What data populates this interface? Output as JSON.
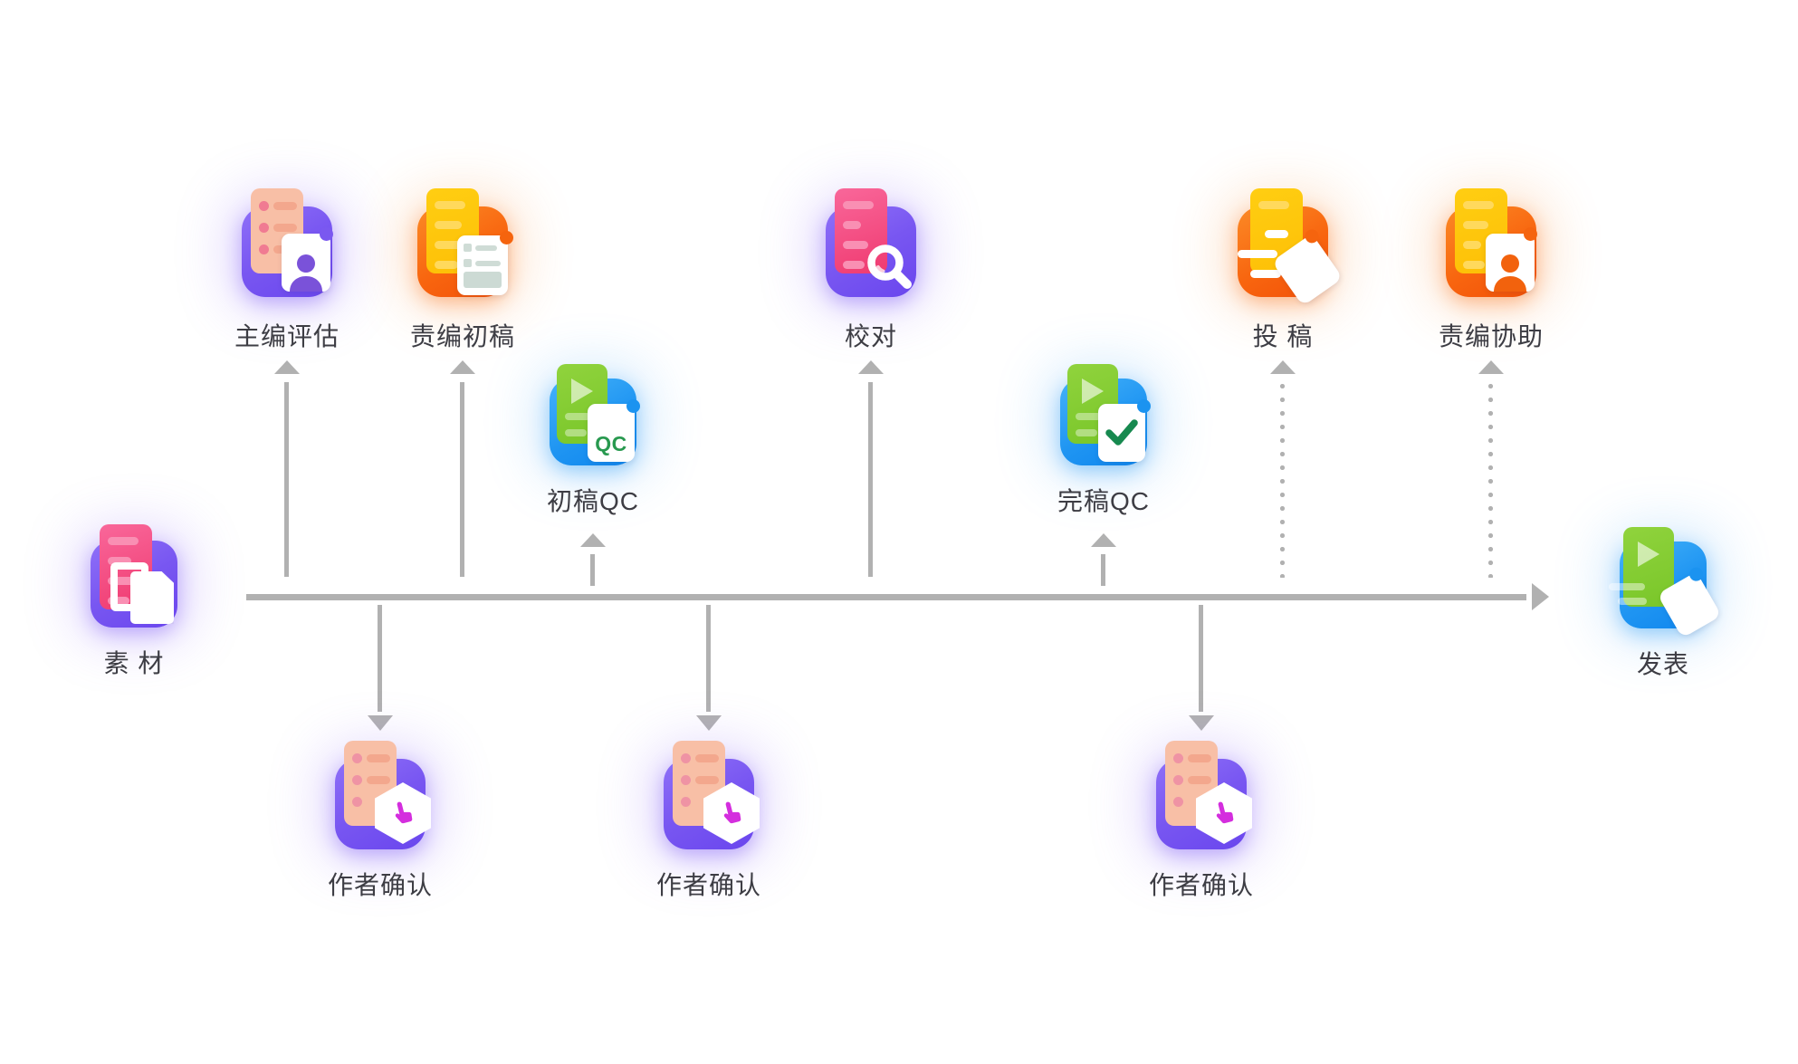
{
  "diagram": {
    "type": "workflow-timeline",
    "background": "#ffffff",
    "colors": {
      "arrow_grey": "#b1b1b1",
      "label_text": "#3d3d44",
      "theme_purple": "#7856f1",
      "theme_orange": "#f8650f",
      "theme_blue": "#1f95f2",
      "doc_peach": "#f8bfa6",
      "doc_yellow": "#ffc60d",
      "doc_pink": "#f4477c",
      "doc_green": "#82cb30",
      "qc_text_green": "#28994f",
      "check_green": "#17894f",
      "hand_magenta": "#d42ede",
      "person_purple": "#7a52d9",
      "person_orange": "#f2620d"
    },
    "nodes": {
      "materials": {
        "label": "素 材",
        "icon": "doc-stack-icon",
        "theme": "purple"
      },
      "chief_eval": {
        "label": "主编评估",
        "icon": "person-card-icon",
        "theme": "purple"
      },
      "editor_draft": {
        "label": "责编初稿",
        "icon": "doc-copy-icon",
        "theme": "orange"
      },
      "draft_qc": {
        "label": "初稿QC",
        "icon": "qc-doc-icon",
        "theme": "blue",
        "badge": "QC"
      },
      "author_confirm_1": {
        "label": "作者确认",
        "icon": "hand-confirm-icon",
        "theme": "purple"
      },
      "proofread": {
        "label": "校对",
        "icon": "magnifier-doc-icon",
        "theme": "purple"
      },
      "author_confirm_2": {
        "label": "作者确认",
        "icon": "hand-confirm-icon",
        "theme": "purple"
      },
      "final_qc": {
        "label": "完稿QC",
        "icon": "check-doc-icon",
        "theme": "blue"
      },
      "author_confirm_3": {
        "label": "作者确认",
        "icon": "hand-confirm-icon",
        "theme": "purple"
      },
      "submit": {
        "label": "投 稿",
        "icon": "send-doc-icon",
        "theme": "orange"
      },
      "editor_assist": {
        "label": "责编协助",
        "icon": "person-card-icon",
        "theme": "orange"
      },
      "publish": {
        "label": "发表",
        "icon": "publish-doc-icon",
        "theme": "blue"
      }
    },
    "connectors": {
      "timeline": "solid-right-arrow",
      "solid_up": [
        "chief_eval",
        "editor_draft",
        "draft_qc",
        "proofread",
        "final_qc"
      ],
      "dotted_up": [
        "submit",
        "editor_assist"
      ],
      "solid_down": [
        "author_confirm_1",
        "author_confirm_2",
        "author_confirm_3"
      ]
    }
  }
}
